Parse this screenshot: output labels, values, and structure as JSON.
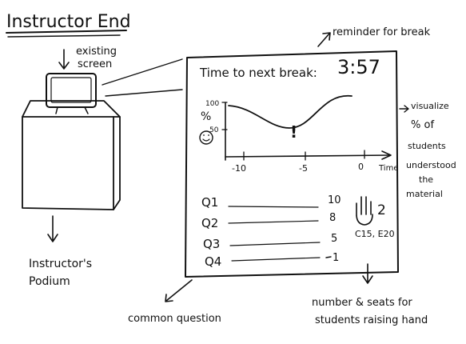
{
  "title": "Instructor End",
  "podium": {
    "screen_note_line1": "existing",
    "screen_note_line2": "screen",
    "label_line1": "Instructor's",
    "label_line2": "Podium"
  },
  "screen": {
    "timer_label": "Time to next break:",
    "timer_value": "3:57",
    "chart": {
      "y_ticks": [
        "100",
        "%",
        "50"
      ],
      "x_ticks": [
        "-10",
        "-5",
        "0"
      ],
      "x_unit": "Time",
      "alert_mark": "!"
    },
    "questions": [
      {
        "label": "Q1",
        "count": "10"
      },
      {
        "label": "Q2",
        "count": "8"
      },
      {
        "label": "Q3",
        "count": "5"
      },
      {
        "label": "Q4",
        "count": "1"
      }
    ],
    "hands": {
      "count": "2",
      "seats": "C15, E20"
    }
  },
  "annotations": {
    "reminder": "reminder for break",
    "visualize": [
      "visualize",
      "% of",
      "students",
      "understood",
      "the",
      "material"
    ],
    "common_question": "common question",
    "seats_line1": "number & seats for",
    "seats_line2": "students raising hand"
  }
}
